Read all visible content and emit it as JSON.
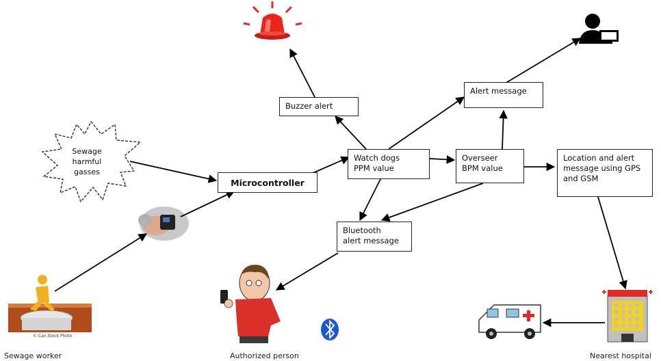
{
  "boxes": {
    "buzzer_alert": "Buzzer alert",
    "alert_message": "Alert message",
    "watch_dogs_line1": "Watch dogs",
    "watch_dogs_line2": "PPM value",
    "overseer_line1": "Overseer",
    "overseer_line2": "BPM value",
    "location_line1": "Location and alert",
    "location_line2": "message using GPS",
    "location_line3": "and GSM",
    "microcontroller": "Microcontroller",
    "bluetooth_line1": "Bluetooth",
    "bluetooth_line2": "alert message"
  },
  "gas": {
    "line1": "Sewage",
    "line2": "harmful",
    "line3": "gasses"
  },
  "captions": {
    "sewage_worker": "Sewage worker",
    "authorized_person": "Authorized person",
    "nearest_hospital": "Nearest hospital",
    "stock_photo": "© Can Stock Photo"
  },
  "icons": {
    "alarm": "alarm-siren-icon",
    "user": "user-computer-icon",
    "sensor": "wearable-sensor-icon",
    "worker": "sewage-worker-icon",
    "person": "person-with-phone-icon",
    "bluetooth": "bluetooth-icon",
    "ambulance": "ambulance-icon",
    "hospital": "hospital-building-icon"
  },
  "colors": {
    "siren": "#e8261c",
    "bluetooth": "#1a56d6",
    "shirt": "#d9302c",
    "hospital": "#f2d21b"
  }
}
